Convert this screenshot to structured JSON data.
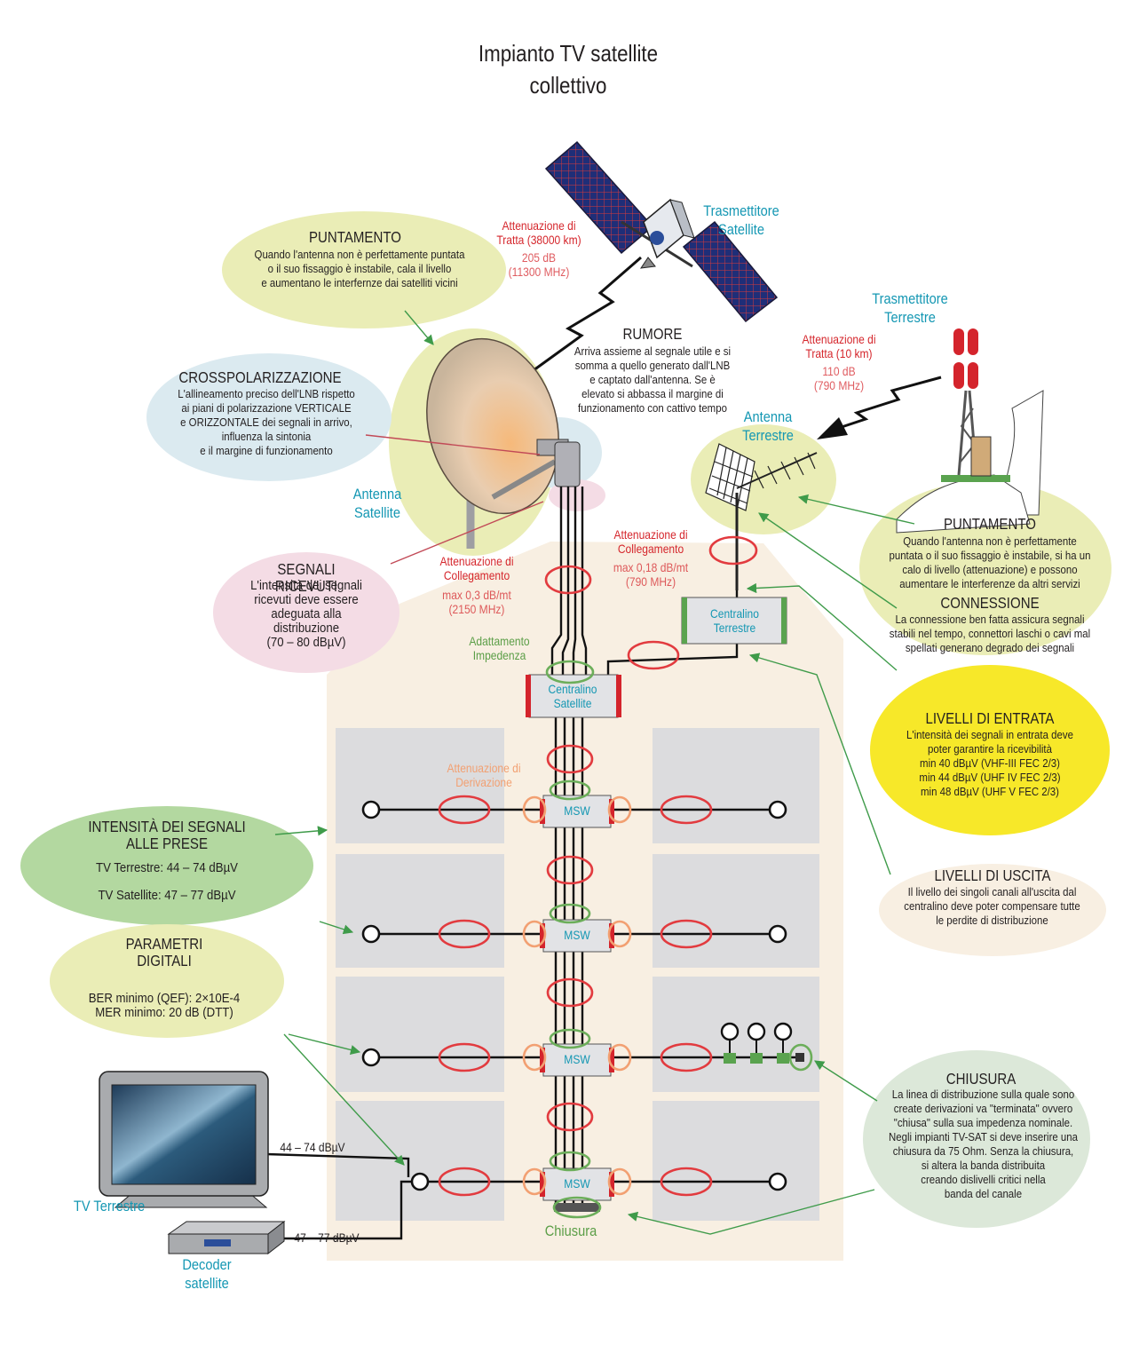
{
  "title": "Impianto TV satellite\ncollettivo",
  "labels": {
    "sat_transmitter": "Trasmettitore\nSatellite",
    "terr_transmitter": "Trasmettitore\nTerrestre",
    "sat_antenna": "Antenna\nSatellite",
    "terr_antenna": "Antenna\nTerrestre",
    "adattamento": "Adattamento\nImpedenza",
    "centralino_sat": "Centralino\nSatellite",
    "centralino_terr": "Centralino\nTerrestre",
    "attenuazione_derivazione": "Attenuazione di\nDerivazione",
    "msw": "MSW",
    "chiusura_label": "Chiusura",
    "tv_terrestre": "TV Terrestre",
    "decoder": "Decoder\nsatellite",
    "tv_level": "44 – 74 dBµV",
    "decoder_level": "47 – 77 dBµV"
  },
  "attenuations": {
    "sat_tratta": "Attenuazione di\nTratta (38000 km)",
    "sat_tratta_val": "205 dB\n(11300 MHz)",
    "terr_tratta": "Attenuazione di\nTratta (10 km)",
    "terr_tratta_val": "110 dB\n(790 MHz)",
    "sat_colleg": "Attenuazione di\nCollegamento",
    "sat_colleg_val": "max 0,3 dB/mt\n(2150 MHz)",
    "terr_colleg": "Attenuazione di\nCollegamento",
    "terr_colleg_val": "max 0,18 dB/mt\n(790 MHz)"
  },
  "callouts": {
    "puntamento_sat": {
      "title": "PUNTAMENTO",
      "text": "Quando l'antenna non è perfettamente puntata\no il suo fissaggio è instabile, cala il livello\ne aumentano le interfernze dai satelliti vicini"
    },
    "rumore": {
      "title": "RUMORE",
      "text": "Arriva assieme al segnale utile e si\nsomma a quello generato dall'LNB\ne captato dall'antenna. Se è\nelevato si abbassa il margine di\nfunzionamento con cattivo tempo"
    },
    "crosspol": {
      "title": "CROSSPOLARIZZAZIONE",
      "text": "L'allineamento preciso dell'LNB rispetto\nai piani di polarizzazione VERTICALE\ne ORIZZONTALE dei segnali in arrivo,\ninfluenza la sintonia\ne il margine di funzionamento"
    },
    "segnali": {
      "title": "SEGNALI RICEVUTI",
      "text": "L'intensità dei segnali\nricevuti deve essere\nadeguata alla\ndistribuzione\n(70 – 80 dBµV)"
    },
    "puntamento_terr": {
      "title": "PUNTAMENTO",
      "text": "Quando l'antenna non è perfettamente\npuntata o il suo fissaggio è instabile, si ha un\ncalo di livello (attenuazione) e possono\naumentare le interferenze da altri servizi"
    },
    "connessione": {
      "title": "CONNESSIONE",
      "text": "La connessione ben fatta assicura segnali\nstabili nel tempo, connettori laschi o cavi mal\nspellati generano degrado dei segnali"
    },
    "livelli_entrata": {
      "title": "LIVELLI DI ENTRATA",
      "text": "L'intensità dei segnali in entrata deve\npoter garantire la ricevibilità\nmin 40 dBµV (VHF-III FEC 2/3)\nmin 44 dBµV (UHF IV FEC 2/3)\nmin 48 dBµV (UHF V FEC 2/3)"
    },
    "livelli_uscita": {
      "title": "LIVELLI DI USCITA",
      "text": "Il livello dei singoli canali all'uscita dal\ncentralino deve poter compensare tutte\nle perdite di distribuzione"
    },
    "intensita": {
      "title": "INTENSITÀ DEI SEGNALI\nALLE PRESE",
      "line1": "TV Terrestre: 44 – 74 dBµV",
      "line2": "TV Satellite: 47 – 77 dBµV"
    },
    "parametri": {
      "title": "PARAMETRI\nDIGITALI",
      "text": "BER minimo (QEF): 2×10E-4\nMER minimo: 20 dB (DTT)"
    },
    "chiusura": {
      "title": "CHIUSURA",
      "text": "La linea di distribuzione sulla quale sono\ncreate derivazioni va \"terminata\" ovvero\n\"chiusa\" sulla sua impedenza nominale.\nNegli impianti TV-SAT si deve inserire una\nchiusura da 75 Ohm. Senza la chiusura,\nsi altera la banda distribuita\ncreando dislivelli critici nella\nbanda del canale"
    }
  },
  "colors": {
    "red_att": "#e23b3f",
    "green_ring": "#6cae5a",
    "orange_ring": "#f2a072",
    "blue_text": "#1497b3",
    "house": "#f8efe2",
    "room": "#dcdcde",
    "yellow": "#f7e829"
  }
}
